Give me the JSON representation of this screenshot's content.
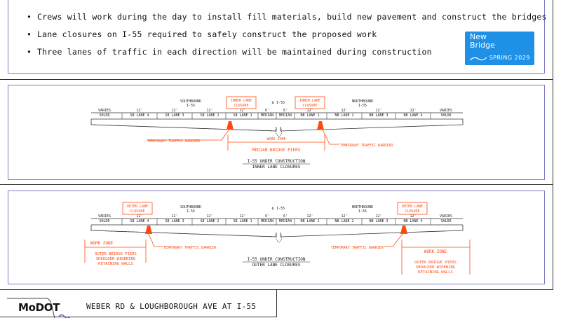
{
  "bullets": [
    "Crews will work during the day to install fill materials, build new pavement and construct the bridges",
    "Lane closures on I-55 required to safely construct the proposed work",
    "Three lanes of traffic in each direction will be maintained during construction"
  ],
  "badge": {
    "line1": "New",
    "line2": "Bridge",
    "date": "SPRING 2029"
  },
  "common": {
    "southbound": "SOUTHBOUND",
    "northbound": "NORTHBOUND",
    "route": "I-55",
    "centerline": "℄ I-55",
    "varies": "VARIES",
    "shldr": "SHLDR",
    "width12": "12'",
    "width6": "6'",
    "median": "MEDIAN",
    "lanes": [
      "SB LANE 4",
      "SB LANE 3",
      "SB LANE 2",
      "SB LANE 1",
      "NB LANE 1",
      "NB LANE 2",
      "NB LANE 3",
      "NB LANE 4"
    ],
    "barrier": "TEMPORARY TRAFFIC BARRIER",
    "work_zone": "WORK ZONE",
    "under_construction": "I-55 UNDER CONSTRUCTION"
  },
  "panel1": {
    "closure_line1": "INNER LANE",
    "closure_line2": "CLOSURE",
    "work_label": "MEDIAN BRIDGE PIERS",
    "caption": "INNER LANE CLOSURES"
  },
  "panel2": {
    "closure_line1": "OUTER LANE",
    "closure_line2": "CLOSURE",
    "work_label_1": "OUTER BRIDGE PIERS",
    "work_label_2": "SHOULDER WIDENING",
    "work_label_3": "RETAINING WALLS",
    "caption": "OUTER LANE CLOSURES"
  },
  "footer": {
    "logo": "MoDOT",
    "title": "WEBER RD & LOUGHBOROUGH AVE AT I-55"
  },
  "colors": {
    "frame": "#7b7bc9",
    "annotation": "#ff4a12",
    "badge": "#1e90e6"
  }
}
